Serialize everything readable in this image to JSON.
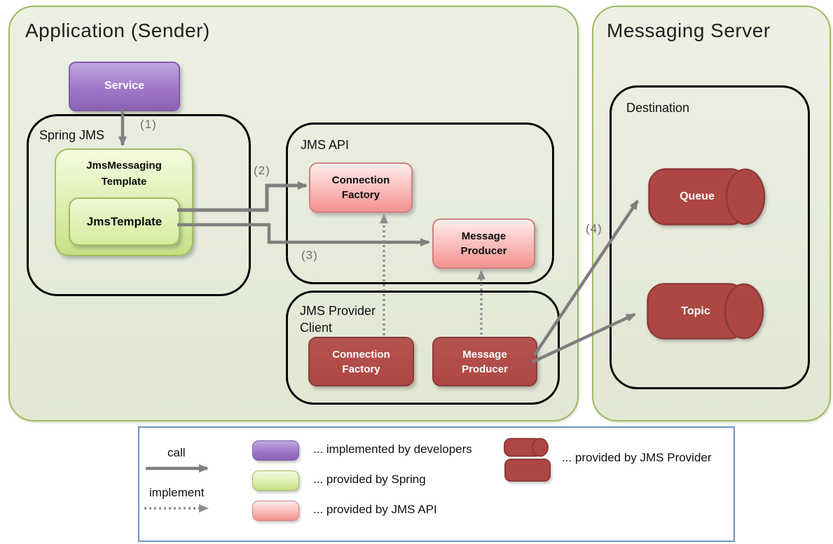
{
  "application": {
    "title": "Application (Sender)",
    "service_label": "Service",
    "spring": {
      "label": "Spring JMS",
      "messaging_template": "JmsMessaging\nTemplate",
      "template": "JmsTemplate"
    },
    "api": {
      "label": "JMS API",
      "connection_factory": "Connection\nFactory",
      "message_producer": "Message\nProducer"
    },
    "provider": {
      "label": "JMS Provider\nClient",
      "connection_factory": "Connection\nFactory",
      "message_producer": "Message\nProducer"
    }
  },
  "messaging_server": {
    "title": "Messaging Server",
    "destination": {
      "label": "Destination",
      "queue": "Queue",
      "topic": "Topic"
    }
  },
  "steps": {
    "s1": "(1)",
    "s2": "(2)",
    "s3": "(3)",
    "s4": "(4)"
  },
  "legend": {
    "call_label": "call",
    "implement_label": "implement",
    "items": [
      {
        "swatch": "purple-rounded-rect",
        "text": "... implemented by developers"
      },
      {
        "swatch": "green-rounded-rect",
        "text": "... provided by Spring"
      },
      {
        "swatch": "pink-rounded-rect",
        "text": "... provided by JMS API"
      },
      {
        "swatch": "dark-red-cylinder-and-rect",
        "text": "... provided by JMS Provider"
      }
    ]
  },
  "colors": {
    "panel_fill": "#e6ebdb",
    "panel_border": "#9fb961",
    "group_border": "#000000",
    "purple_fill": "#9a74c6",
    "purple_border": "#7f5caa",
    "green_fill": "#d9ecab",
    "green_border": "#9dbd5c",
    "pink_fill": "#f8b0ae",
    "pink_border": "#cf8280",
    "dark_red_fill": "#ae4744",
    "dark_red_border": "#8d3b39",
    "arrow_gray": "#7f7f7f",
    "dashed_gray": "#8f8f8f",
    "step_label_gray": "#6e6e6e",
    "legend_border": "#6e96c4"
  }
}
